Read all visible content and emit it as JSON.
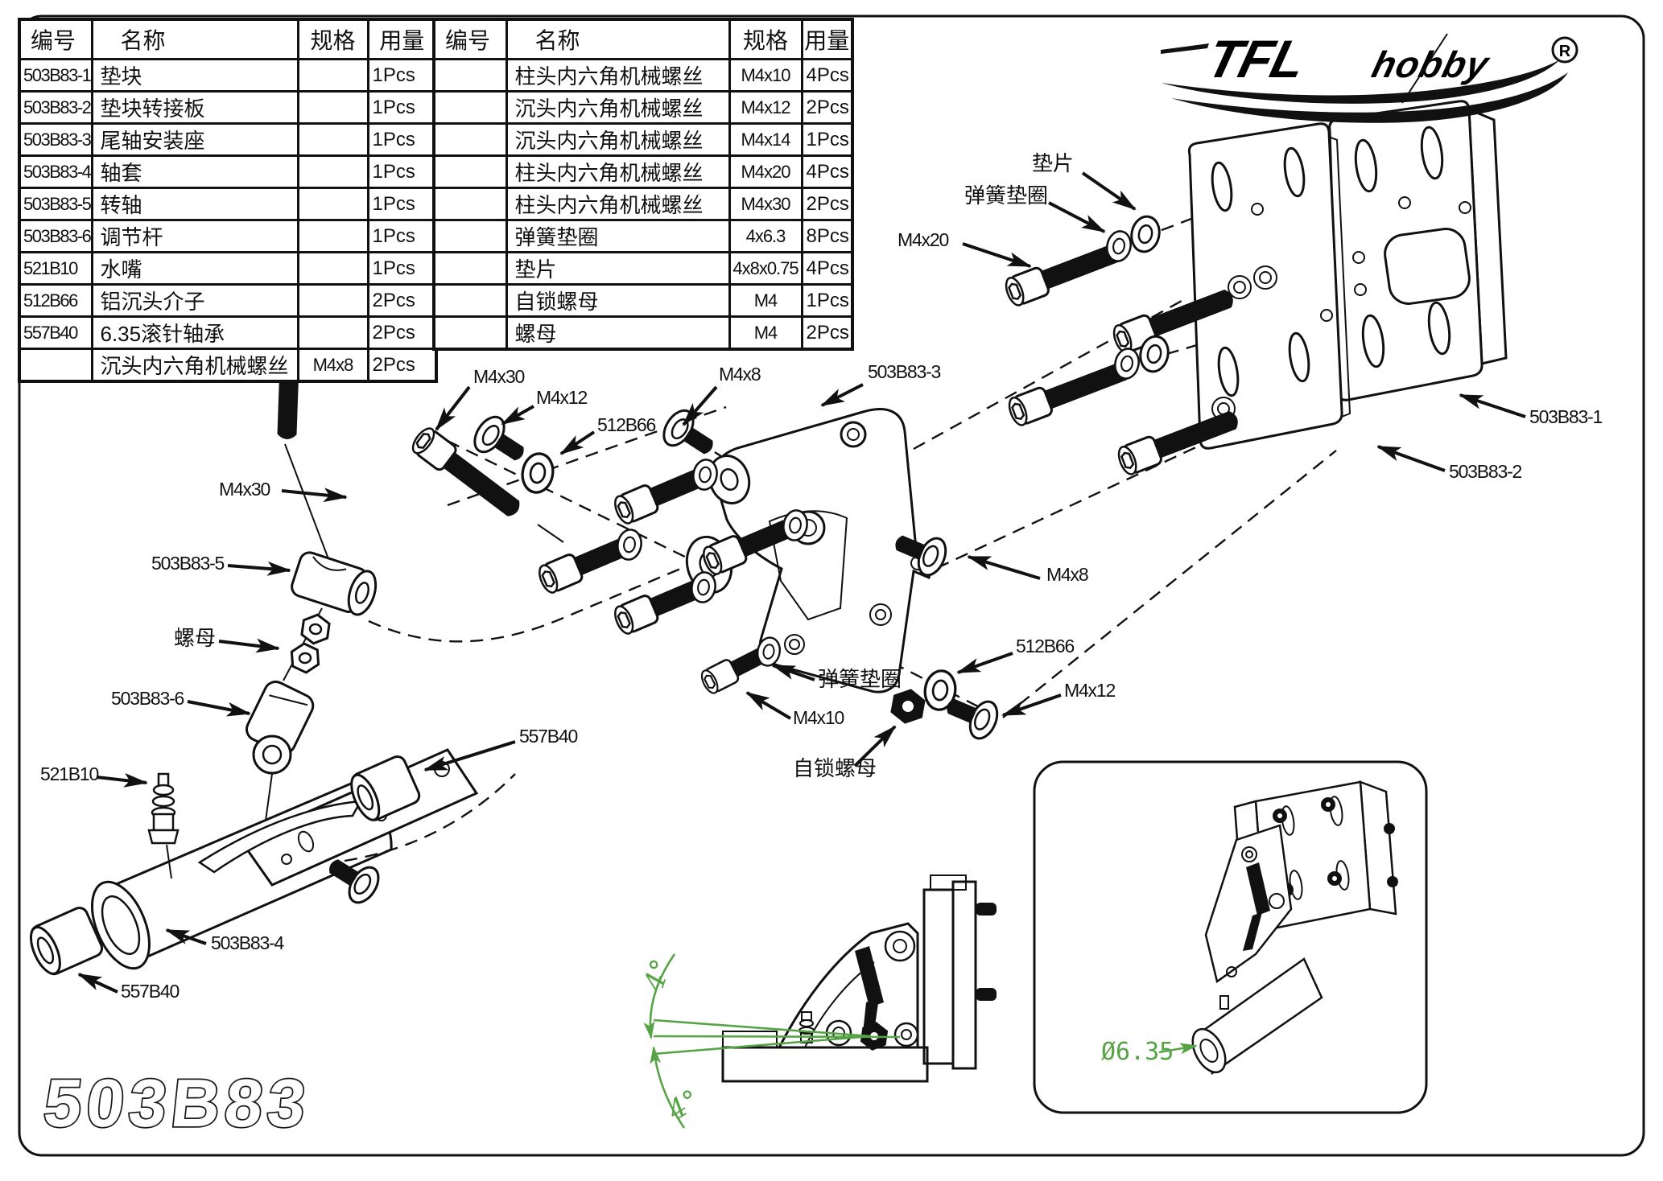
{
  "page": {
    "big_part_number": "503B83"
  },
  "logo": {
    "tfl": "TFL",
    "hobby": "hobby",
    "registered": "R"
  },
  "colors": {
    "line": "#111111",
    "annotation_green": "#57a447"
  },
  "tables": {
    "left": {
      "headers": [
        "编号",
        "名称",
        "规格",
        "用量"
      ],
      "rows": [
        [
          "503B83-1",
          "垫块",
          "",
          "1Pcs"
        ],
        [
          "503B83-2",
          "垫块转接板",
          "",
          "1Pcs"
        ],
        [
          "503B83-3",
          "尾轴安装座",
          "",
          "1Pcs"
        ],
        [
          "503B83-4",
          "轴套",
          "",
          "1Pcs"
        ],
        [
          "503B83-5",
          "转轴",
          "",
          "1Pcs"
        ],
        [
          "503B83-6",
          "调节杆",
          "",
          "1Pcs"
        ],
        [
          "521B10",
          "水嘴",
          "",
          "1Pcs"
        ],
        [
          "512B66",
          "铝沉头介子",
          "",
          "2Pcs"
        ],
        [
          "557B40",
          "6.35滚针轴承",
          "",
          "2Pcs"
        ],
        [
          "",
          "沉头内六角机械螺丝",
          "M4x8",
          "2Pcs"
        ]
      ]
    },
    "right": {
      "headers": [
        "编号",
        "名称",
        "规格",
        "用量"
      ],
      "rows": [
        [
          "",
          "柱头内六角机械螺丝",
          "M4x10",
          "4Pcs"
        ],
        [
          "",
          "沉头内六角机械螺丝",
          "M4x12",
          "2Pcs"
        ],
        [
          "",
          "沉头内六角机械螺丝",
          "M4x14",
          "1Pcs"
        ],
        [
          "",
          "柱头内六角机械螺丝",
          "M4x20",
          "4Pcs"
        ],
        [
          "",
          "柱头内六角机械螺丝",
          "M4x30",
          "2Pcs"
        ],
        [
          "",
          "弹簧垫圈",
          "4x6.3",
          "8Pcs"
        ],
        [
          "",
          "垫片",
          "4x8x0.75",
          "4Pcs"
        ],
        [
          "",
          "自锁螺母",
          "M4",
          "1Pcs"
        ],
        [
          "",
          "螺母",
          "M4",
          "2Pcs"
        ]
      ]
    }
  },
  "callouts": [
    {
      "label": "垫片"
    },
    {
      "label": "弹簧垫圈"
    },
    {
      "label": "M4x20"
    },
    {
      "label": "M4x30"
    },
    {
      "label": "M4x12"
    },
    {
      "label": "M4x8"
    },
    {
      "label": "503B83-3"
    },
    {
      "label": "512B66"
    },
    {
      "label": "503B83-1"
    },
    {
      "label": "503B83-2"
    },
    {
      "label": "M4x30"
    },
    {
      "label": "503B83-5"
    },
    {
      "label": "M4x8"
    },
    {
      "label": "螺母"
    },
    {
      "label": "512B66"
    },
    {
      "label": "503B83-6"
    },
    {
      "label": "弹簧垫圈"
    },
    {
      "label": "M4x12"
    },
    {
      "label": "M4x10"
    },
    {
      "label": "521B10"
    },
    {
      "label": "自锁螺母"
    },
    {
      "label": "557B40"
    },
    {
      "label": "503B83-4"
    },
    {
      "label": "557B40"
    }
  ],
  "annotations": {
    "angle_top": "4°",
    "angle_bottom": "4°",
    "diameter": "Ø6.35"
  }
}
